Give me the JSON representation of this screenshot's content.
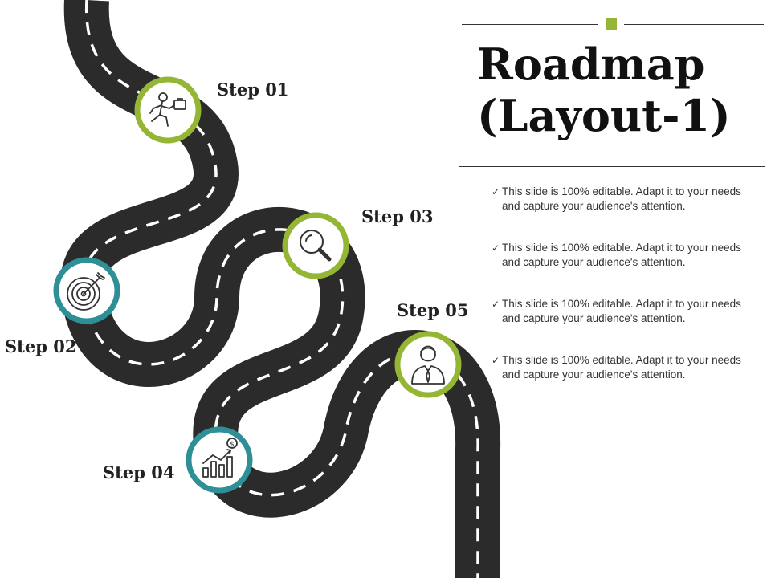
{
  "title": {
    "line1": "Roadmap",
    "line2": "(Layout-1)"
  },
  "colors": {
    "road": "#2b2b2b",
    "green": "#95b534",
    "teal": "#2e8f96",
    "dash": "#ffffff",
    "marker": "#95b534"
  },
  "steps": [
    {
      "label": "Step 01",
      "icon": "runner-briefcase-icon",
      "color": "green"
    },
    {
      "label": "Step 02",
      "icon": "target-arrow-icon",
      "color": "teal"
    },
    {
      "label": "Step 03",
      "icon": "magnifier-icon",
      "color": "green"
    },
    {
      "label": "Step 04",
      "icon": "growth-chart-dollar-icon",
      "color": "teal"
    },
    {
      "label": "Step 05",
      "icon": "businessman-icon",
      "color": "green"
    }
  ],
  "bullets": [
    {
      "check": "✓",
      "text": "This slide is 100% editable. Adapt it to your needs and capture your audience's attention."
    },
    {
      "check": "✓",
      "text": "This slide is 100% editable. Adapt it to your needs and capture your audience's attention."
    },
    {
      "check": "✓",
      "text": "This slide is 100% editable. Adapt it to your needs and capture your audience's attention."
    },
    {
      "check": "✓",
      "text": "This slide is 100% editable. Adapt it to your needs and capture your audience's attention."
    }
  ]
}
